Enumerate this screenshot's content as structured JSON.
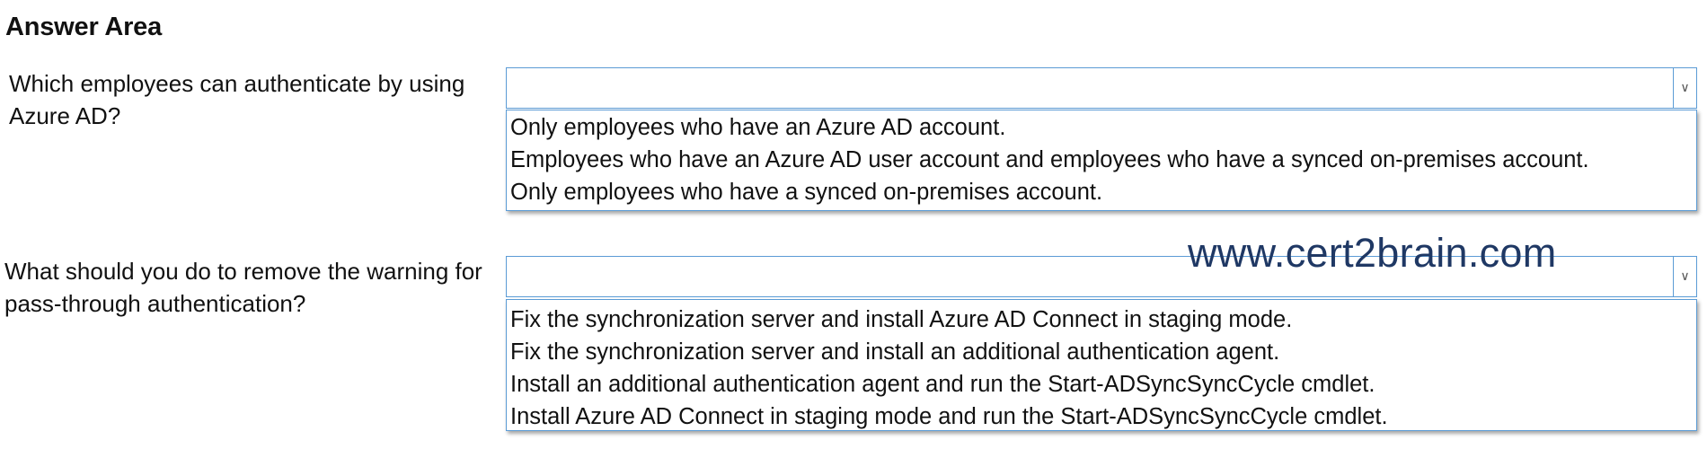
{
  "answer_area": {
    "title": "Answer Area"
  },
  "questions": [
    {
      "label": "Which employees can authenticate by using Azure AD?",
      "selected_value": "",
      "options": [
        "Only employees who have an Azure AD account.",
        "Employees who have an Azure AD user account and employees who have a synced on-premises account.",
        "Only employees who have a synced on-premises account."
      ]
    },
    {
      "label": "What should you do to remove the warning for pass-through authentication?",
      "selected_value": "",
      "options": [
        "Fix the synchronization server and install Azure AD Connect in staging mode.",
        "Fix the synchronization server and install an additional authentication agent.",
        "Install an additional authentication agent and run the Start-ADSyncSyncCycle cmdlet.",
        "Install Azure AD Connect in staging mode and run the Start-ADSyncSyncCycle cmdlet."
      ]
    }
  ],
  "watermark": "www.cert2brain.com",
  "icons": {
    "dropdown": "chevron-down-icon"
  },
  "colors": {
    "border": "#5b9bd5",
    "watermark": "#1f3864",
    "text": "#111111"
  }
}
